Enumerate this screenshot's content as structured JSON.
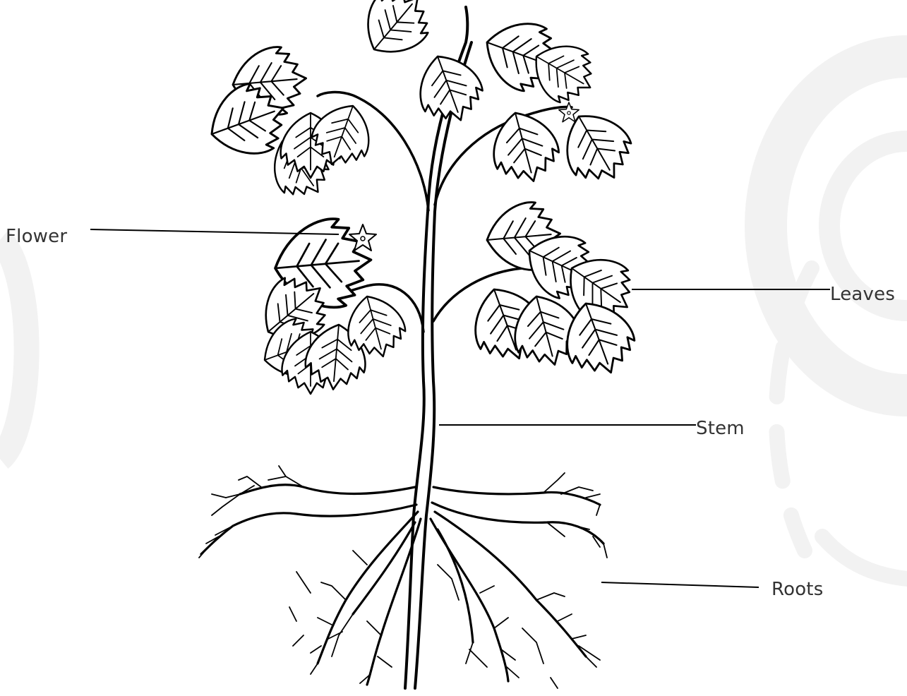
{
  "labels": {
    "flower": "Flower",
    "leaves": "Leaves",
    "stem": "Stem",
    "roots": "Roots"
  },
  "colors": {
    "ink": "#000000",
    "label_text": "#333333",
    "background": "#ffffff",
    "decoration": "#f2f2f2"
  }
}
